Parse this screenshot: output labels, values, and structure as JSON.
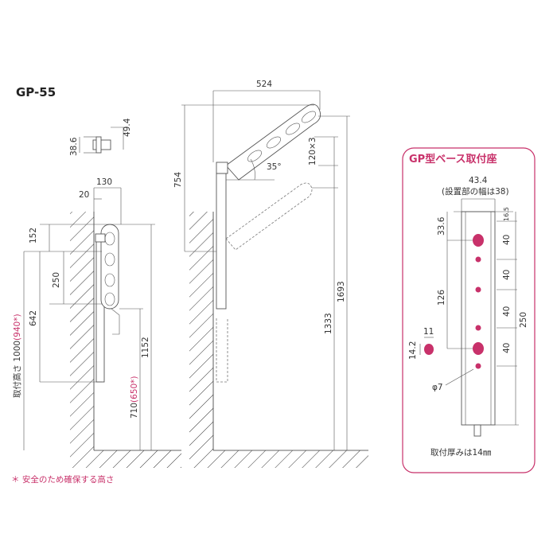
{
  "model": "GP-55",
  "dimensions": {
    "top_width": "524",
    "height_754": "754",
    "angle": "35°",
    "spacing_120x3": "120×3",
    "height_1693": "1693",
    "height_1333": "1333",
    "clamp_49_4": "49.4",
    "clamp_38_6": "38.6",
    "side_130": "130",
    "side_20": "20",
    "side_152": "152",
    "side_250": "250",
    "side_642": "642",
    "side_1152": "1152",
    "install_height": "取付高さ 1000",
    "install_height_safe": "(940*)",
    "lower_710": "710",
    "lower_710_safe": "(650*)"
  },
  "base_panel": {
    "title": "GP型ベース取付座",
    "width": "43.4",
    "width_note": "(設置部の幅は38)",
    "top_16_5": "16.5",
    "left_33_6": "33.6",
    "left_126": "126",
    "pitch_40_a": "40",
    "pitch_40_b": "40",
    "pitch_40_c": "40",
    "pitch_40_d": "40",
    "total_250": "250",
    "hole_11": "11",
    "hole_14_2": "14.2",
    "hole_dia": "φ7",
    "thickness_note": "取付厚みは14㎜"
  },
  "footnote": "＊ 安全のため確保する高さ"
}
